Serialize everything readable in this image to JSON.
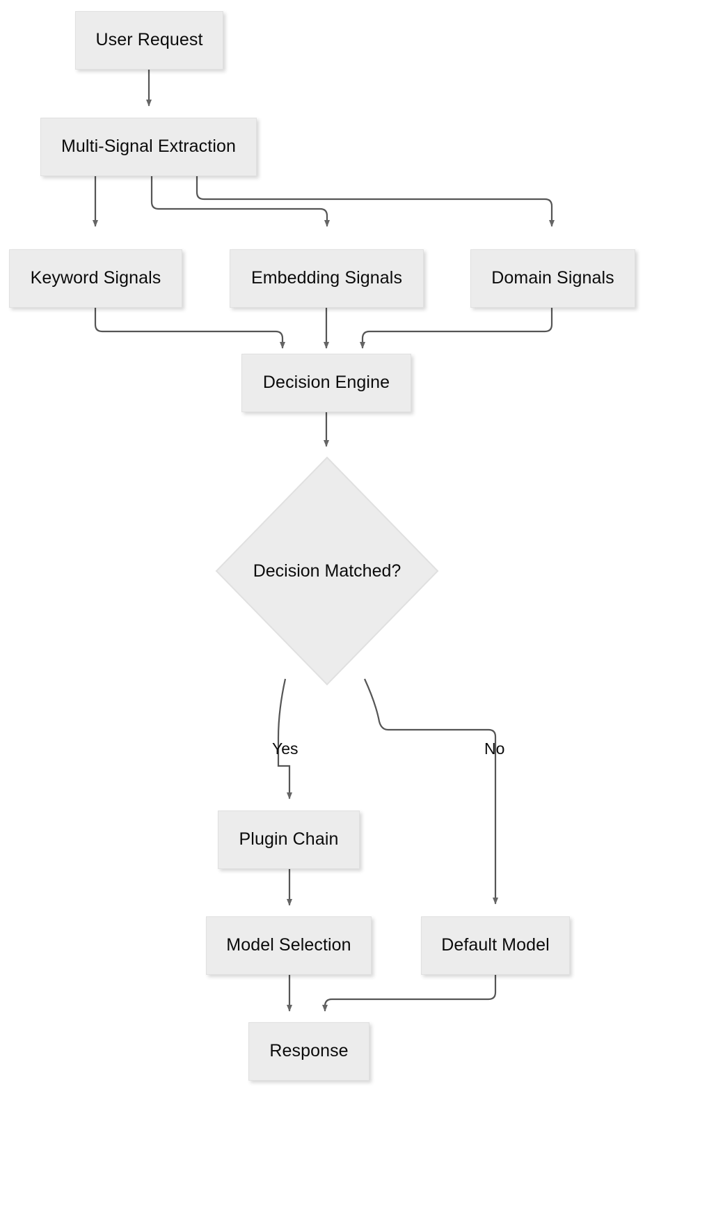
{
  "diagram": {
    "type": "flowchart",
    "direction": "top-down",
    "background_color": "#ffffff",
    "node_fill": "#ececec",
    "node_stroke": "#e0e0e0",
    "edge_color": "#4d4d4d",
    "text_color": "#0b0b0b",
    "nodes": [
      {
        "id": "user_request",
        "label": "User Request",
        "shape": "rect"
      },
      {
        "id": "multi_signal",
        "label": "Multi-Signal Extraction",
        "shape": "rect"
      },
      {
        "id": "keyword",
        "label": "Keyword Signals",
        "shape": "rect"
      },
      {
        "id": "embedding",
        "label": "Embedding Signals",
        "shape": "rect"
      },
      {
        "id": "domain",
        "label": "Domain Signals",
        "shape": "rect"
      },
      {
        "id": "decision_engine",
        "label": "Decision Engine",
        "shape": "rect"
      },
      {
        "id": "decision_match",
        "label": "Decision Matched?",
        "shape": "diamond"
      },
      {
        "id": "plugin_chain",
        "label": "Plugin Chain",
        "shape": "rect"
      },
      {
        "id": "model_selection",
        "label": "Model Selection",
        "shape": "rect"
      },
      {
        "id": "default_model",
        "label": "Default Model",
        "shape": "rect"
      },
      {
        "id": "response",
        "label": "Response",
        "shape": "rect"
      }
    ],
    "edges": [
      {
        "from": "user_request",
        "to": "multi_signal",
        "label": ""
      },
      {
        "from": "multi_signal",
        "to": "keyword",
        "label": ""
      },
      {
        "from": "multi_signal",
        "to": "embedding",
        "label": ""
      },
      {
        "from": "multi_signal",
        "to": "domain",
        "label": ""
      },
      {
        "from": "keyword",
        "to": "decision_engine",
        "label": ""
      },
      {
        "from": "embedding",
        "to": "decision_engine",
        "label": ""
      },
      {
        "from": "domain",
        "to": "decision_engine",
        "label": ""
      },
      {
        "from": "decision_engine",
        "to": "decision_match",
        "label": ""
      },
      {
        "from": "decision_match",
        "to": "plugin_chain",
        "label": "Yes"
      },
      {
        "from": "decision_match",
        "to": "default_model",
        "label": "No"
      },
      {
        "from": "plugin_chain",
        "to": "model_selection",
        "label": ""
      },
      {
        "from": "model_selection",
        "to": "response",
        "label": ""
      },
      {
        "from": "default_model",
        "to": "response",
        "label": ""
      }
    ],
    "edge_labels": {
      "yes": "Yes",
      "no": "No"
    }
  }
}
